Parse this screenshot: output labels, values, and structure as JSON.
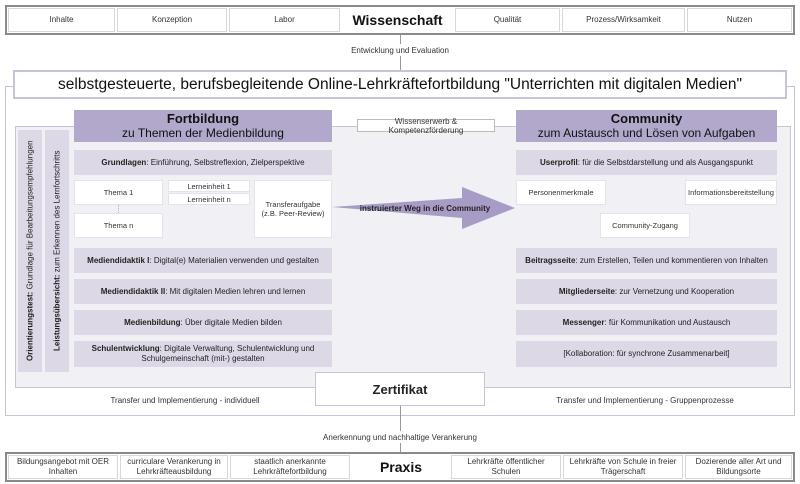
{
  "top": {
    "cells": [
      "Inhalte",
      "Konzeption",
      "Labor",
      "Qualität",
      "Prozess/Wirksamkeit",
      "Nutzen"
    ],
    "center": "Wissenschaft"
  },
  "top_link": "Entwicklung und Evaluation",
  "title": "selbstgesteuerte, berufsbegleitende Online-Lehrkräftefortbildung \"Unterrichten mit digitalen Medien\"",
  "fortbildung": {
    "title": "Fortbildung",
    "subtitle": "zu Themen der Medienbildung",
    "grundlagen": {
      "bold": "Grundlagen",
      "text": ": Einführung, Selbstreflexion, Zielperspektive"
    },
    "thema1": "Thema 1",
    "themaN": "Thema n",
    "lern1": "Lerneinheit 1",
    "lernN": "Lerneinheit n",
    "transfer": [
      "Transferaufgabe",
      "(z.B. Peer-Review)"
    ],
    "rows": [
      {
        "bold": "Mediendidaktik I",
        "text": ": Digital(e) Materialien verwenden und gestalten"
      },
      {
        "bold": "Mediendidaktik II",
        "text": ": Mit digitalen Medien lehren und lernen"
      },
      {
        "bold": "Medienbildung",
        "text": ": Über digitale Medien bilden"
      },
      {
        "bold": "Schulentwicklung",
        "text": ": Digitale Verwaltung, Schulentwicklung und Schulgemeinschaft (mit-) gestalten"
      }
    ]
  },
  "side": {
    "orient_bold": "Orientierungstest:",
    "orient_text": " Grundlage für Bearbeitungsempfehlungen",
    "leist_bold": "Leistungsübersicht:",
    "leist_text": " zum Erkennen des Lernfortschritts"
  },
  "middle_label": "Wissenserwerb & Kompetenzförderung",
  "arrow_label": "instruierter Weg in die Community",
  "community": {
    "title": "Community",
    "subtitle": "zum Austausch und Lösen von Aufgaben",
    "userprofil": {
      "bold": "Userprofil",
      "text": ": für die Selbstdarstellung und als Ausgangspunkt"
    },
    "personen": "Personenmerkmale",
    "info": "Informationsbereitstellung",
    "zugang": "Community-Zugang",
    "rows": [
      {
        "bold": "Beitragsseite",
        "text": ": zum Erstellen, Teilen und kommentieren von Inhalten"
      },
      {
        "bold": "Mitgliederseite",
        "text": ": zur Vernetzung und Kooperation"
      },
      {
        "bold": "Messenger",
        "text": ": für Kommunikation und Austausch"
      },
      {
        "bold": "",
        "text": "[Kollaboration: für synchrone Zusammenarbeit]"
      }
    ]
  },
  "zertifikat": "Zertifikat",
  "transfer_left": "Transfer und Implementierung - individuell",
  "transfer_right": "Transfer und Implementierung - Gruppenprozesse",
  "bottom_link": "Anerkennung und nachhaltige Verankerung",
  "praxis": {
    "cells": [
      "Bildungsangebot mit OER Inhalten",
      "curriculare Verankerung in Lehrkräfteausbildung",
      "staatlich anerkannte Lehrkräftefortbildung",
      "Lehrkräfte öffentlicher Schulen",
      "Lehrkräfte von Schule in freier Trägerschaft",
      "Dozierende aller Art und Bildungsorte"
    ],
    "center": "Praxis"
  },
  "colors": {
    "header": "#b2a8cc",
    "row": "#dcd8e6",
    "arrow": "#a79cc6"
  }
}
